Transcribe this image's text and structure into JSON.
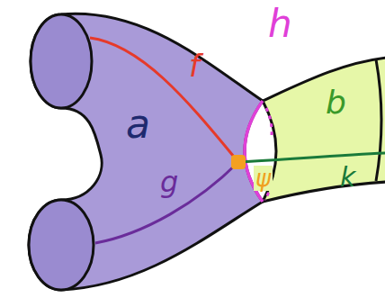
{
  "diagram": {
    "nodes": [
      {
        "text": [
          "a"
        ]
      },
      {
        "text": [
          "b"
        ]
      }
    ],
    "labels": [
      "f",
      "g",
      "h",
      "ψ",
      "k"
    ]
  }
}
